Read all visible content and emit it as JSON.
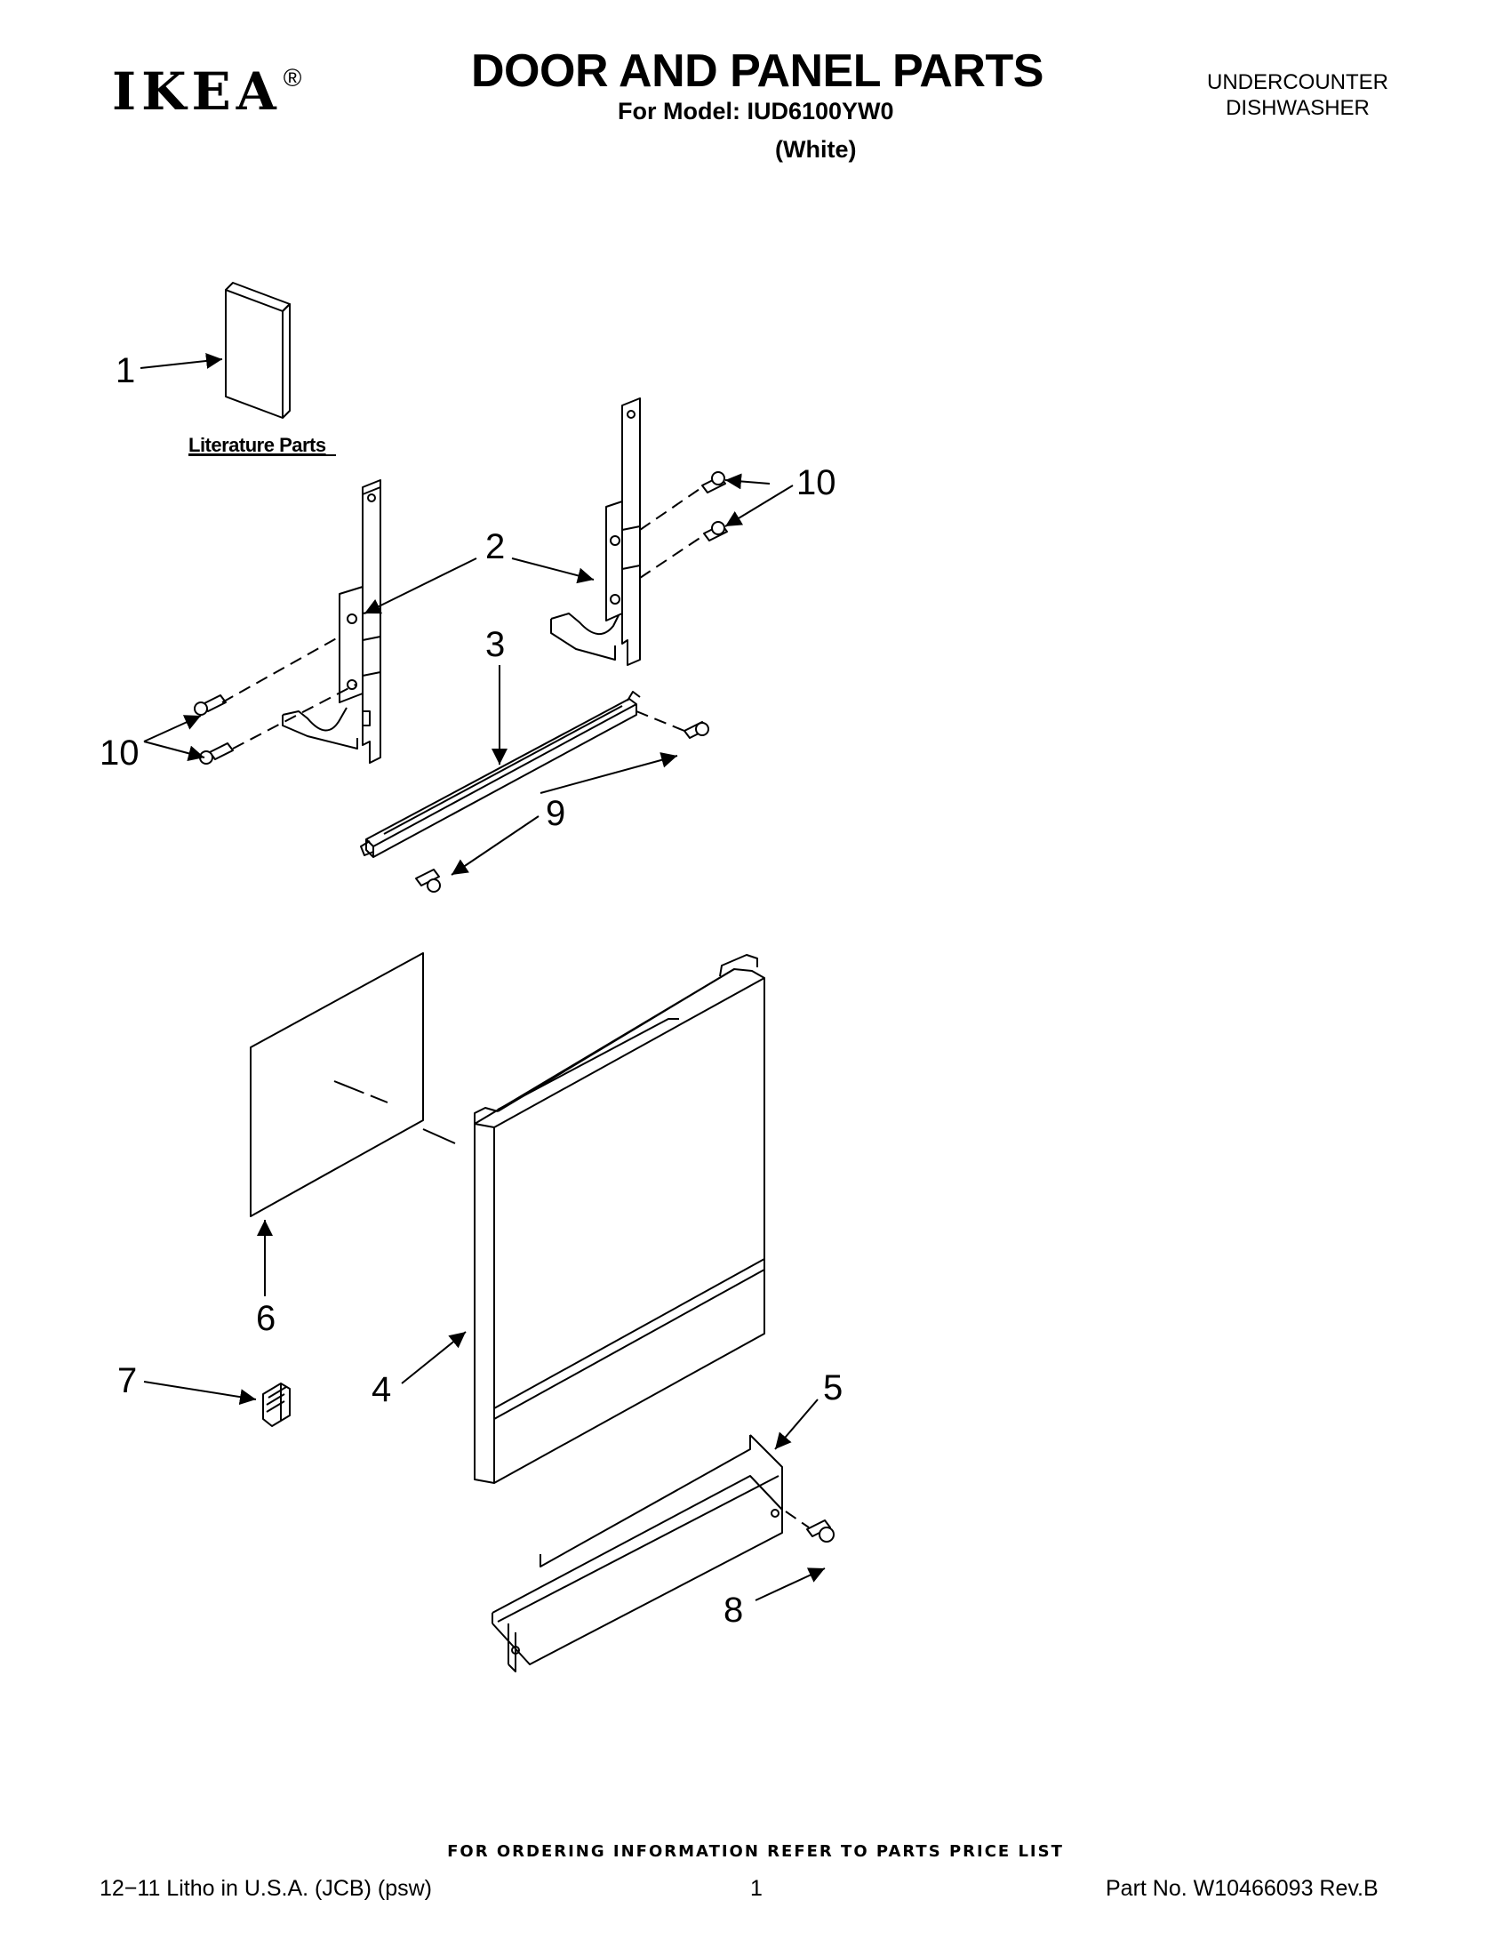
{
  "header": {
    "brand": "IKEA",
    "registered_mark": "®",
    "title": "DOOR AND PANEL PARTS",
    "model_line": "For Model: IUD6100YW0",
    "color_line": "(White)",
    "product_line1": "UNDERCOUNTER",
    "product_line2": "DISHWASHER"
  },
  "diagram": {
    "literature_label": "Literature Parts",
    "callouts": {
      "c1": "1",
      "c2": "2",
      "c3": "3",
      "c4": "4",
      "c5": "5",
      "c6": "6",
      "c7": "7",
      "c8": "8",
      "c9": "9",
      "c10_right": "10",
      "c10_left": "10"
    }
  },
  "footer": {
    "ordering_note": "FOR ORDERING INFORMATION REFER TO PARTS PRICE LIST",
    "litho": "12−11 Litho in U.S.A. (JCB) (psw)",
    "page_number": "1",
    "part_number": "Part No. W10466093 Rev.B"
  }
}
